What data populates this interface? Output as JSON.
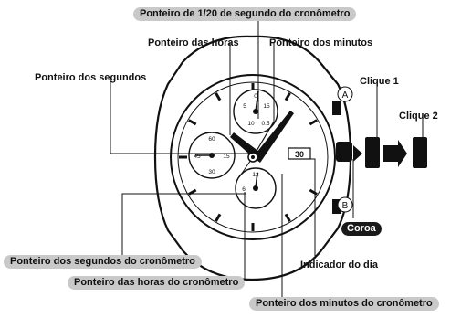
{
  "labels": {
    "chrono_twentieth": "Ponteiro de 1/20 de segundo do cronômetro",
    "hour_hand": "Ponteiro das horas",
    "minute_hand": "Ponteiro dos minutos",
    "second_hand": "Ponteiro dos segundos",
    "chrono_seconds": "Ponteiro dos segundos do cronômetro",
    "chrono_hours": "Ponteiro das horas do cronômetro",
    "chrono_minutes": "Ponteiro dos minutos do cronômetro",
    "day_indicator": "Indicador do dia",
    "crown": "Coroa",
    "click1": "Clique 1",
    "click2": "Clique 2"
  },
  "buttons": {
    "a": "A",
    "b": "B"
  },
  "dial": {
    "day_value": "30",
    "subdial_top_numbers": [
      "0",
      "5",
      "15",
      "10",
      "0.5"
    ],
    "subdial_left_numbers": [
      "60",
      "30",
      "45",
      "15"
    ],
    "subdial_bottom_numbers": [
      "6",
      "12"
    ]
  }
}
